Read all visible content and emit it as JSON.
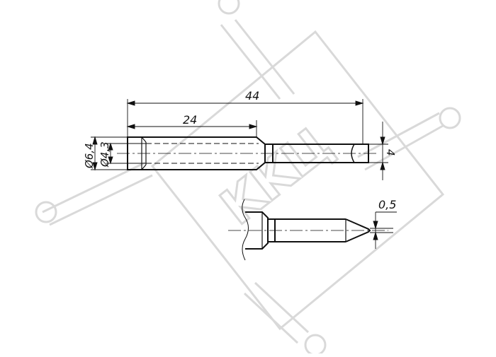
{
  "drawing": {
    "dimensions": {
      "overall_length": "44",
      "body_length": "24",
      "outer_diameter": "Ø6,4",
      "inner_diameter": "Ø4,3",
      "tip_width": "4",
      "tip_thickness": "0,5"
    },
    "watermark": {
      "text": "KKЦ",
      "color": "#d9d9d9"
    },
    "colors": {
      "line": "#111111",
      "watermark": "#d9d9d9"
    }
  }
}
